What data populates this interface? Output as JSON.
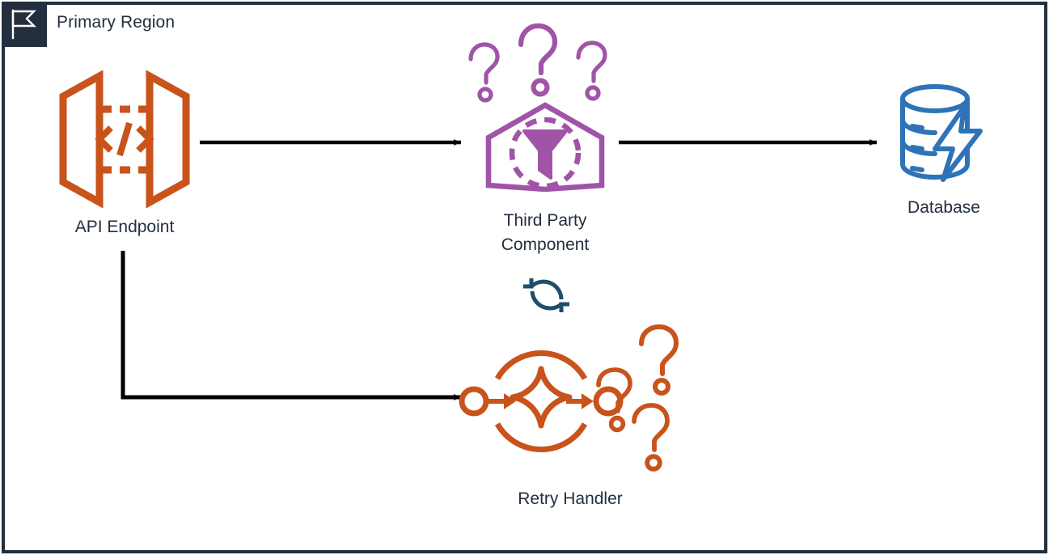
{
  "region": {
    "title": "Primary Region",
    "badge_icon": "flag-icon",
    "border_color": "#232F3E",
    "background_color": "#FFFFFF"
  },
  "palette": {
    "navy": "#232F3E",
    "orange": "#C8531B",
    "purple": "#A council",
    "purple_hex": "#A054A8",
    "blue": "#2E73B8",
    "arrow_black": "#000000",
    "label_text": "#232F3E"
  },
  "nodes": [
    {
      "id": "api-endpoint",
      "label": "API Endpoint",
      "icon": "api-gateway-icon",
      "color": "#C8531B"
    },
    {
      "id": "third-party-component",
      "label": "Third Party\nComponent",
      "icon": "third-party-hexagon-filter-icon",
      "color": "#A054A8",
      "annotation_icon": "question-marks-icon",
      "annotation_count": 3
    },
    {
      "id": "database",
      "label": "Database",
      "icon": "database-lightning-icon",
      "color": "#2E73B8"
    },
    {
      "id": "retry-handler",
      "label": "Retry Handler",
      "icon": "retry-handler-icon",
      "color": "#C8531B",
      "annotation_icon": "question-marks-icon",
      "annotation_count": 3,
      "loop_icon": "refresh-loop-icon",
      "loop_icon_color": "#1F4E6B"
    }
  ],
  "edges": [
    {
      "id": "api-to-thirdparty",
      "from": "api-endpoint",
      "to": "third-party-component",
      "style": "straight-arrow",
      "color": "#000000"
    },
    {
      "id": "thirdparty-to-database",
      "from": "third-party-component",
      "to": "database",
      "style": "straight-arrow",
      "color": "#000000"
    },
    {
      "id": "api-to-retry",
      "from": "api-endpoint",
      "to": "retry-handler",
      "style": "elbow-arrow",
      "color": "#000000"
    }
  ]
}
